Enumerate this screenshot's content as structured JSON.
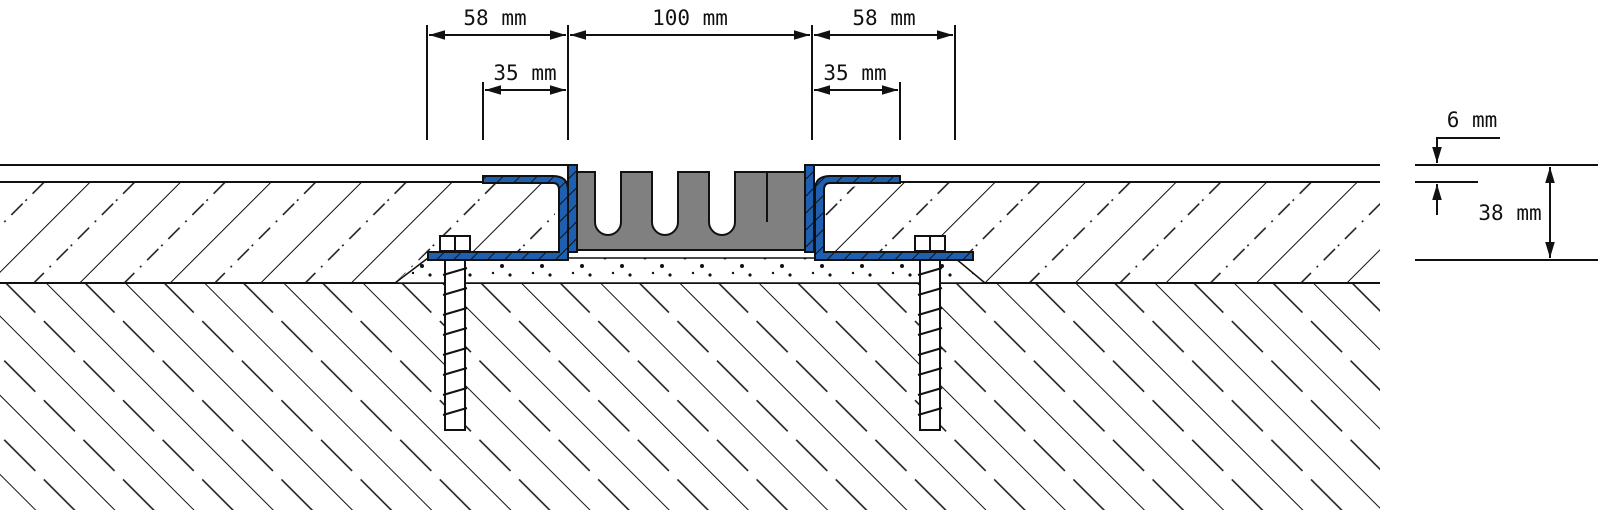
{
  "dimensions": {
    "left_outer": "58 mm",
    "center": "100 mm",
    "right_outer": "58 mm",
    "left_inner": "35 mm",
    "right_inner": "35 mm",
    "cover_thickness": "6 mm",
    "total_height": "38 mm"
  },
  "colors": {
    "profile": "#1f5fb0",
    "insert": "#808080",
    "line": "#111111"
  }
}
